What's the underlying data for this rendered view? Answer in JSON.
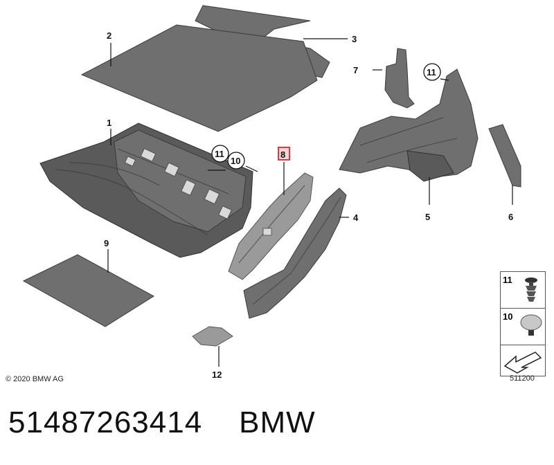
{
  "callouts": {
    "c1": "1",
    "c2": "2",
    "c3": "3",
    "c4": "4",
    "c5": "5",
    "c6": "6",
    "c7": "7",
    "c8": "8",
    "c9": "9",
    "c10": "10",
    "c11a": "11",
    "c11b": "11",
    "c12": "12"
  },
  "highlight_color": "#e0393e",
  "copyright": "© 2020 BMW AG",
  "legend": {
    "item_11": "11",
    "item_10": "10"
  },
  "drawing_number": "511200",
  "caption": {
    "part_number": "51487263414",
    "brand": "BMW"
  }
}
